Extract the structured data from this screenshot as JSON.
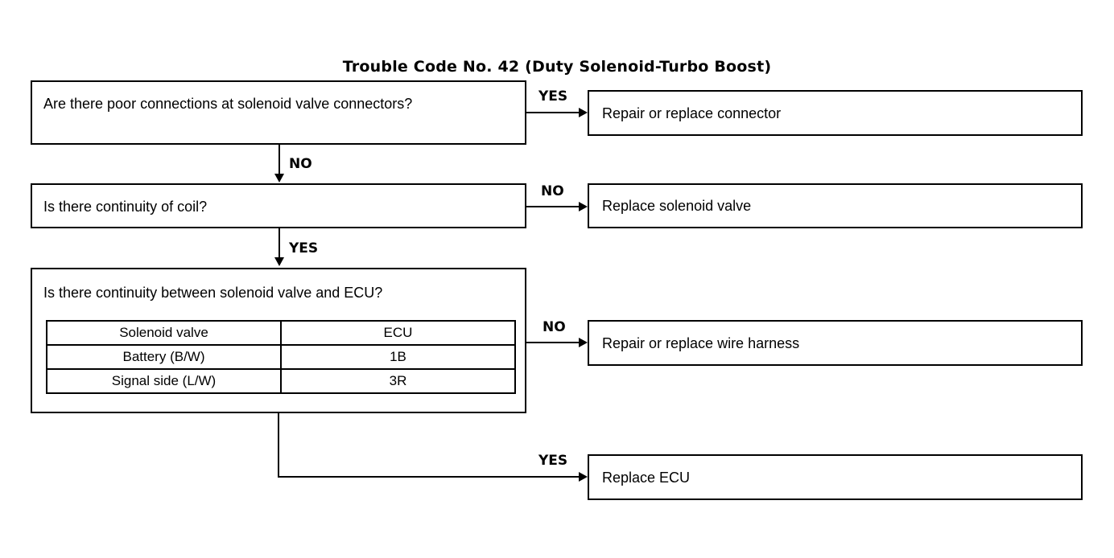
{
  "title": "Trouble Code No. 42 (Duty Solenoid-Turbo Boost)",
  "colors": {
    "background": "#ffffff",
    "stroke": "#000000",
    "text": "#000000"
  },
  "questions": [
    {
      "id": "q1",
      "text": "Are there poor connections at solenoid valve connectors?"
    },
    {
      "id": "q2",
      "text": "Is there continuity of coil?"
    },
    {
      "id": "q3",
      "text": "Is there continuity between solenoid valve and ECU?"
    }
  ],
  "continuity_table": {
    "headers": [
      "Solenoid valve",
      "ECU"
    ],
    "rows": [
      [
        "Battery (B/W)",
        "1B"
      ],
      [
        "Signal side (L/W)",
        "3R"
      ]
    ]
  },
  "results": [
    {
      "id": "r1",
      "text": "Repair or replace connector"
    },
    {
      "id": "r2",
      "text": "Replace solenoid valve"
    },
    {
      "id": "r3",
      "text": "Repair or replace wire harness"
    },
    {
      "id": "r4",
      "text": "Replace ECU"
    }
  ],
  "branches": [
    {
      "id": "b1",
      "label": "YES",
      "from": "q1",
      "to": "r1"
    },
    {
      "id": "b2",
      "label": "NO",
      "from": "q1",
      "to": "q2"
    },
    {
      "id": "b3",
      "label": "NO",
      "from": "q2",
      "to": "r2"
    },
    {
      "id": "b4",
      "label": "YES",
      "from": "q2",
      "to": "q3"
    },
    {
      "id": "b5",
      "label": "NO",
      "from": "q3",
      "to": "r3"
    },
    {
      "id": "b6",
      "label": "YES",
      "from": "q3",
      "to": "r4"
    }
  ]
}
